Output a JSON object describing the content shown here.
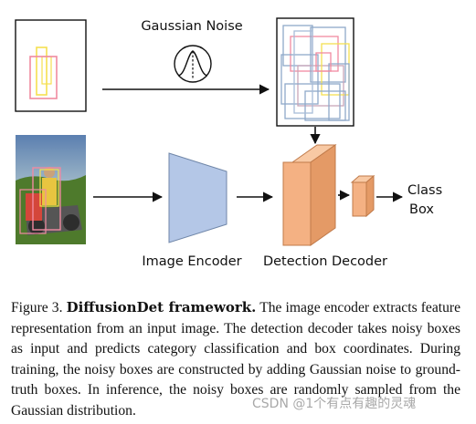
{
  "diagram": {
    "noise_label": "Gaussian Noise",
    "encoder_label": "Image Encoder",
    "decoder_label": "Detection Decoder",
    "output_label_line1": "Class",
    "output_label_line2": "Box",
    "colors": {
      "encoder": "#b4c7e7",
      "decoder": "#f4b183",
      "box_pink": "#f08aa0",
      "box_yellow": "#f5e050",
      "noisy_blue": "#8fa9c9"
    }
  },
  "caption": {
    "prefix": "Figure 3.",
    "title": "DiffusionDet framework.",
    "body": "The image encoder extracts feature representation from an input image. The detection decoder takes noisy boxes as input and predicts category classification and box coordinates. During training, the noisy boxes are constructed by adding Gaussian noise to ground-truth boxes. In inference, the noisy boxes are randomly sampled from the Gaussian distribution."
  },
  "watermark": "CSDN @1个有点有趣的灵魂"
}
